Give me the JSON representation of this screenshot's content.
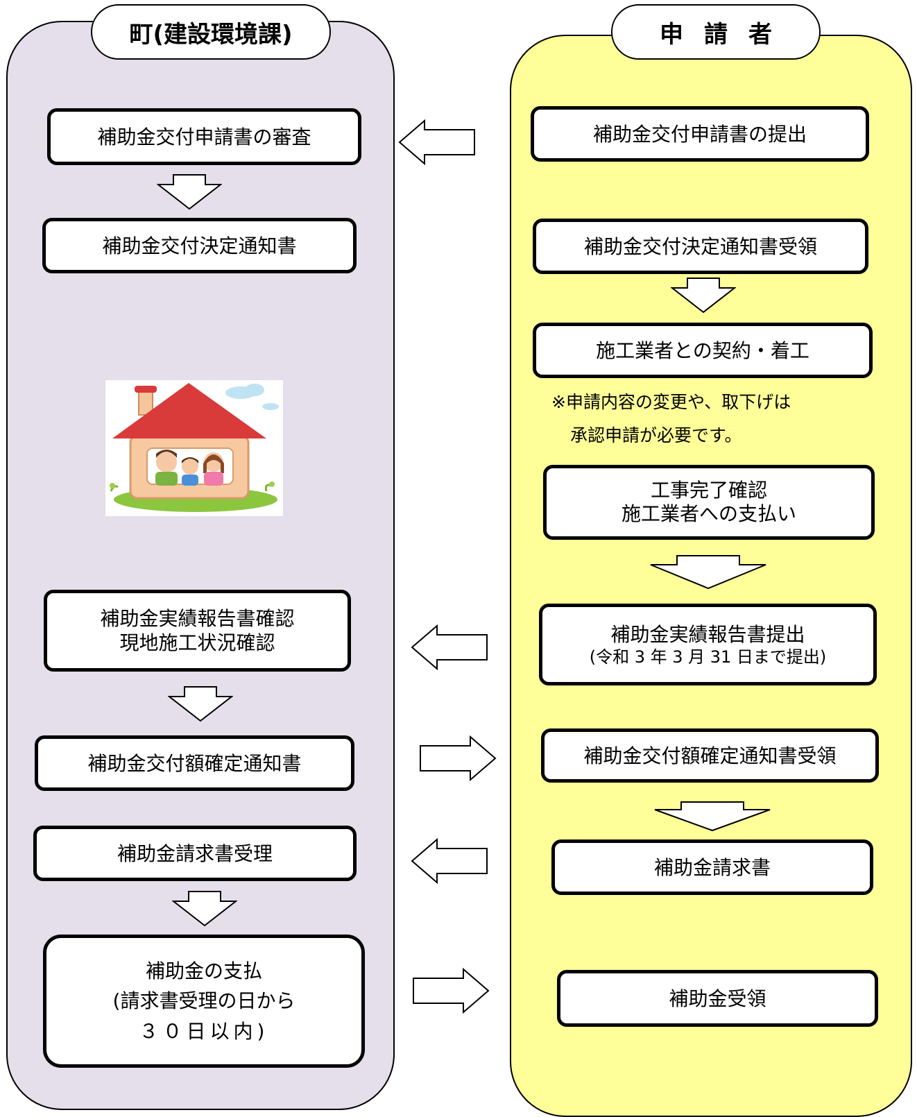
{
  "lanes": {
    "town": "町(建設環境課)",
    "applicant": "申請者"
  },
  "town_steps": {
    "review": "補助金交付申請書の審査",
    "decision_notice": "補助金交付決定通知書",
    "report_check_1": "補助金実績報告書確認",
    "report_check_2": "現地施工状況確認",
    "amount_notice": "補助金交付額確定通知書",
    "claim_receipt": "補助金請求書受理",
    "payment_1": "補助金の支払",
    "payment_2": "(請求書受理の日から",
    "payment_3": "３０日以内)"
  },
  "applicant_steps": {
    "submit": "補助金交付申請書の提出",
    "decision_receipt": "補助金交付決定通知書受領",
    "contract": "施工業者との契約・着工",
    "note_1": "※申請内容の変更や、取下げは",
    "note_2": "承認申請が必要です。",
    "completion_1": "工事完了確認",
    "completion_2": "施工業者への支払い",
    "report_submit": "補助金実績報告書提出",
    "report_deadline": "(令和 3 年 3 月 31 日まで提出)",
    "amount_receipt": "補助金交付額確定通知書受領",
    "claim": "補助金請求書",
    "payment_receipt": "補助金受領"
  },
  "colors": {
    "town_lane": "#e4dfea",
    "applicant_lane": "#ffff99"
  },
  "illustration": "house-family-icon"
}
